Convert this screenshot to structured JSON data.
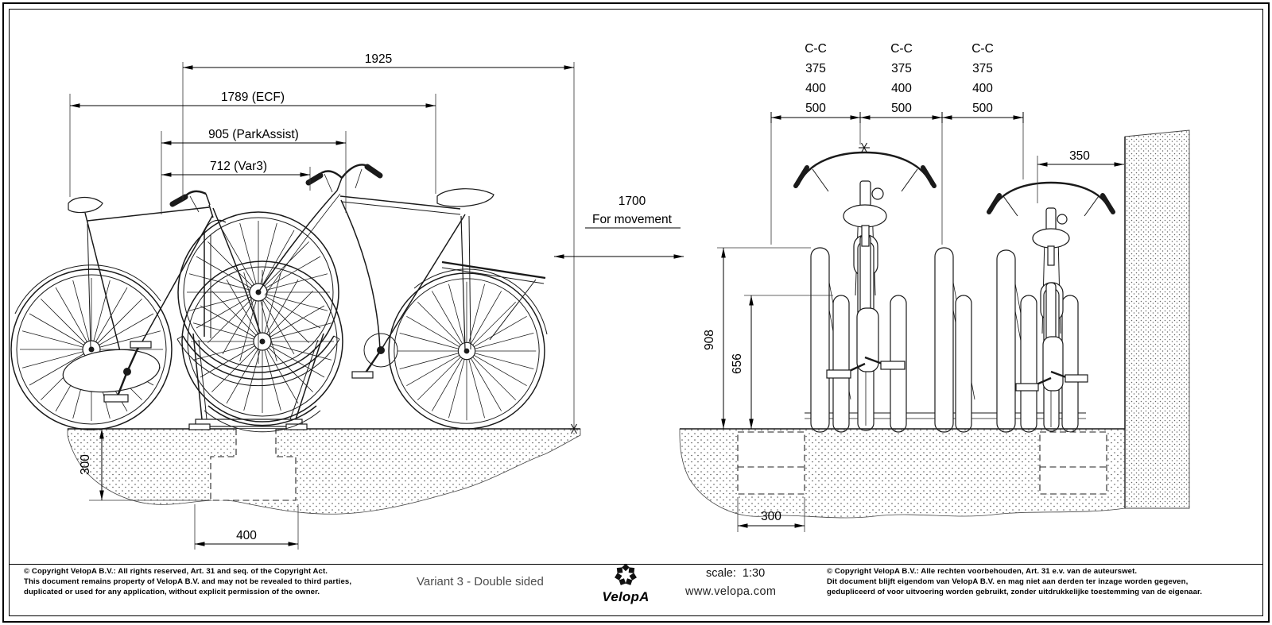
{
  "page": {
    "title": "VelopA double sided bicycle rack - technical drawing"
  },
  "colors": {
    "line": "#1a1a1a",
    "variant_text": "#4d4d4d",
    "paper": "#ffffff"
  },
  "icons": {
    "logo": "velopa-flower-icon",
    "reference_mark": "asterisk-mark"
  },
  "side_view": {
    "dim_total_width": "1925",
    "dim_ecf": "1789 (ECF)",
    "dim_parkassist": "905 (ParkAssist)",
    "dim_var3": "712 (Var3)",
    "dim_movement_value": "1700",
    "dim_movement_label": "For movement",
    "dim_foundation_depth": "300",
    "dim_foundation_width": "400"
  },
  "front_view": {
    "cc_columns": [
      [
        "C-C",
        "375",
        "400",
        "500"
      ],
      [
        "C-C",
        "375",
        "400",
        "500"
      ],
      [
        "C-C",
        "375",
        "400",
        "500"
      ]
    ],
    "dim_wall_distance": "350",
    "dim_high_height": "908",
    "dim_low_height": "656",
    "dim_foundation_width": "300"
  },
  "title_block": {
    "copyright_en": [
      "© Copyright VelopA B.V.: All rights reserved, Art. 31 and seq. of the Copyright Act.",
      "This document remains property of VelopA B.V. and may not be revealed to third parties,",
      "duplicated or used for any application, without explicit permission of the owner."
    ],
    "variant_label": "Variant 3 - Double sided",
    "logo_text": "VelopA",
    "scale_label": "scale:  1:30",
    "website": "www.velopa.com",
    "copyright_nl": [
      "© Copyright VelopA B.V.: Alle rechten voorbehouden, Art. 31 e.v. van de auteurswet.",
      "Dit document blijft eigendom van VelopA B.V. en mag niet aan derden ter inzage worden gegeven,",
      "gedupliceerd of voor uitvoering worden gebruikt, zonder uitdrukkelijke toestemming van de eigenaar."
    ]
  }
}
